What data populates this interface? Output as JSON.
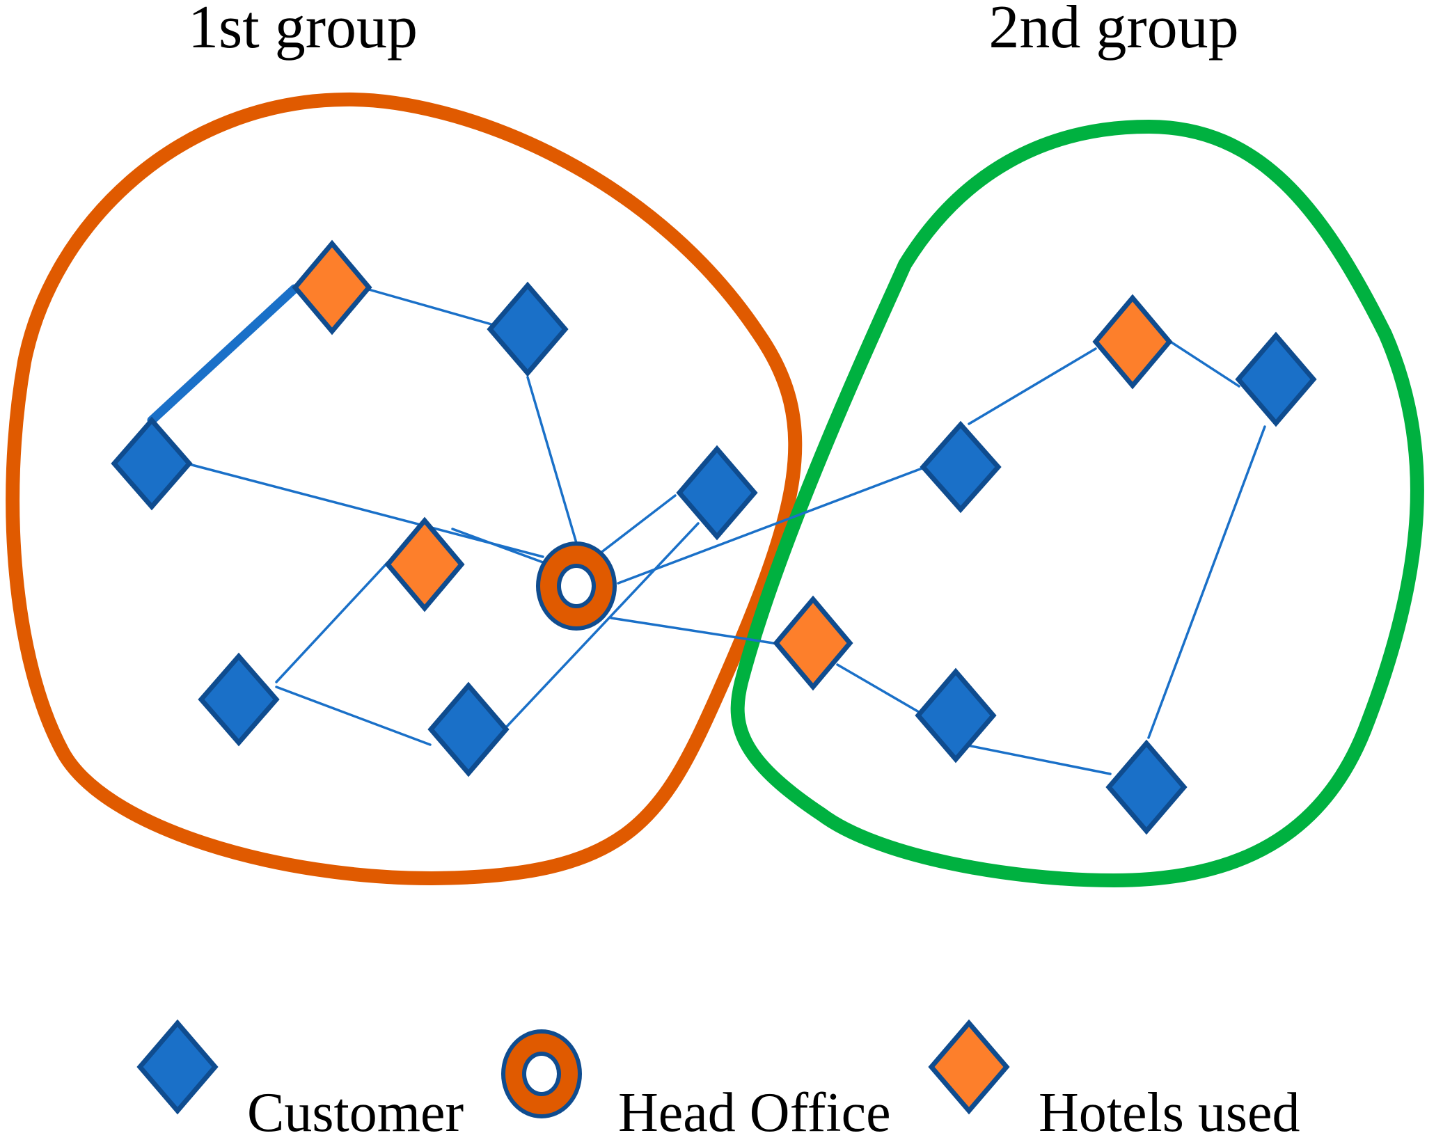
{
  "titles": {
    "group1": "1st group",
    "group2": "2nd group"
  },
  "legend": {
    "customer": "Customer",
    "head_office": "Head Office",
    "hotels_used": "Hotels used"
  },
  "colors": {
    "customer_fill": "#1a70c8",
    "hotel_fill": "#fd7f2b",
    "outline": "#0f4c8f",
    "edge": "#1a70c8",
    "group1_boundary": "#e05a00",
    "group2_boundary": "#00b140",
    "head_office_ring": "#e05a00"
  },
  "icons": {
    "customer": "blue-diamond-icon",
    "hotel": "orange-diamond-icon",
    "head_office": "ring-icon"
  }
}
